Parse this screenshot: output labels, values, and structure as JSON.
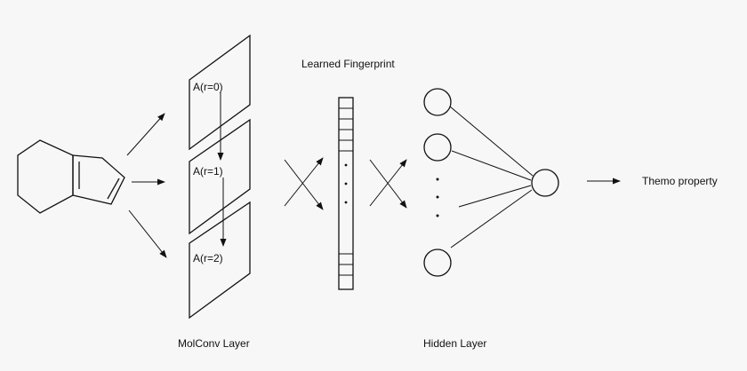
{
  "labels": {
    "learned_fingerprint": "Learned Fingerprint",
    "molconv_layer": "MolConv Layer",
    "hidden_layer": "Hidden Layer",
    "output_property": "Themo property"
  },
  "layers": [
    "A(r=0)",
    "A(r=1)",
    "A(r=2)"
  ],
  "colors": {
    "stroke": "#111111",
    "background": "#f7f7f7"
  }
}
